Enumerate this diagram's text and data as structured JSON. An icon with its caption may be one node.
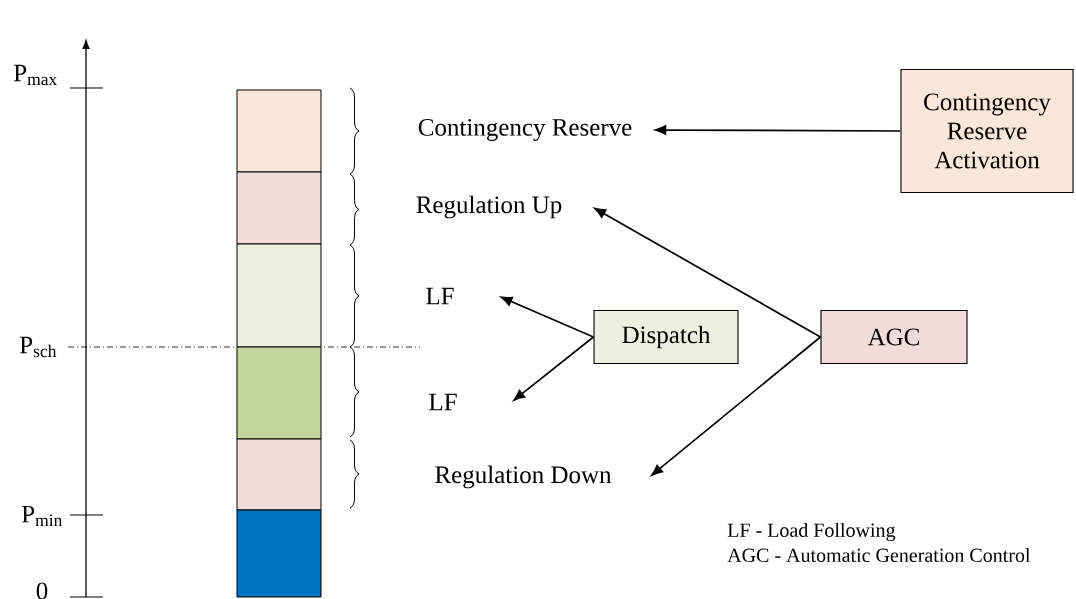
{
  "diagram": {
    "nodes": [
      {
        "text": [
          "Contingency Reserve"
        ]
      },
      {
        "text": [
          "Regulation Up"
        ]
      },
      {
        "text": [
          "LF"
        ]
      },
      {
        "text": [
          "LF"
        ]
      },
      {
        "text": [
          "Regulation Down"
        ]
      },
      {
        "text": [
          "Dispatch"
        ]
      },
      {
        "text": [
          "AGC"
        ]
      },
      {
        "text": [
          "Contingency Reserve Activation"
        ]
      }
    ],
    "edges": [
      {
        "from": 7,
        "to": 0,
        "arrow": "to"
      },
      {
        "from": 6,
        "to": 1,
        "arrow": "to"
      },
      {
        "from": 5,
        "to": 2,
        "arrow": "to"
      },
      {
        "from": 5,
        "to": 3,
        "arrow": "to"
      },
      {
        "from": 6,
        "to": 4,
        "arrow": "to"
      }
    ],
    "labels": [
      "P$_{max}$",
      "P$_{sch}$",
      "P$_{min}$",
      "0",
      "LF - Load Following",
      "AGC - Automatic Generation Control"
    ]
  }
}
